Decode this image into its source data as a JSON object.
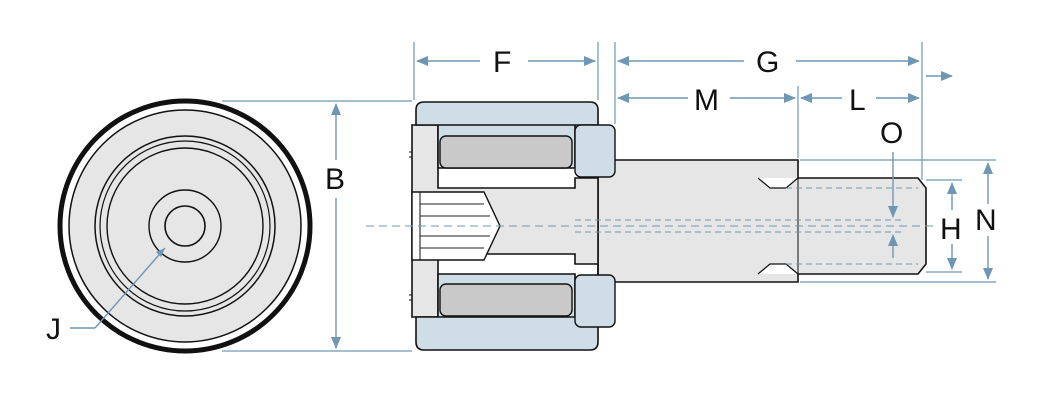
{
  "diagram": {
    "labels": {
      "F": "F",
      "G": "G",
      "M": "M",
      "L": "L",
      "O": "O",
      "B": "B",
      "H": "H",
      "N": "N",
      "J": "J"
    },
    "colors": {
      "line": "#111111",
      "dimension": "#6f97b3",
      "body_fill": "#e6e6e6",
      "roller_fill": "#c9c9c9",
      "outer_ring_fill": "#cfdde6",
      "background": "#ffffff"
    }
  }
}
